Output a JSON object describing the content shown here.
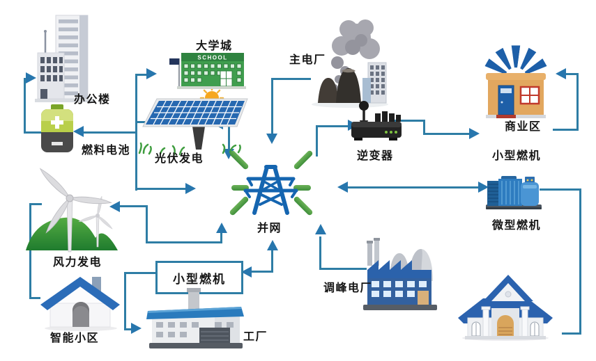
{
  "center": {
    "label": "并网"
  },
  "nodes": {
    "office": {
      "label": "办公楼"
    },
    "fuel_cell": {
      "label": "燃料电池"
    },
    "pv": {
      "label": "光伏发电"
    },
    "university": {
      "label": "大学城",
      "sign": "SCHOOL"
    },
    "main_plant": {
      "label": "主电厂"
    },
    "inverter": {
      "label": "逆变器"
    },
    "commercial": {
      "label": "商业区"
    },
    "small_turbine_label": {
      "label": "小型燃机"
    },
    "micro_turbine": {
      "label": "微型燃机"
    },
    "wind": {
      "label": "风力发电"
    },
    "smart_community": {
      "label": "智能小区"
    },
    "small_turbine_box": {
      "label": "小型燃机"
    },
    "factory": {
      "label": "工厂"
    },
    "peak_plant": {
      "label": "调峰电厂"
    },
    "civic_building": {
      "label": ""
    }
  },
  "icons": [
    "office-building-icon",
    "battery-icon",
    "solar-panel-icon",
    "sun-icon",
    "school-icon",
    "power-plant-smoke-icon",
    "inverter-icon",
    "shop-icon",
    "generator-icon",
    "wind-turbine-icon",
    "house-icon",
    "factory-icon",
    "peak-plant-icon",
    "transmission-tower-icon",
    "civic-building-icon"
  ],
  "edges": [
    {
      "from": "fuel_cell",
      "to": "office",
      "bidirectional": false
    },
    {
      "from": "pv",
      "to": "university",
      "bidirectional": false
    },
    {
      "from": "pv",
      "to": "fuel_cell",
      "bidirectional": false
    },
    {
      "from": "pv",
      "to": "grid",
      "bidirectional": true
    },
    {
      "from": "main_plant",
      "to": "grid",
      "bidirectional": false
    },
    {
      "from": "grid",
      "to": "inverter",
      "bidirectional": false
    },
    {
      "from": "inverter",
      "to": "small_turbine_label",
      "bidirectional": false
    },
    {
      "from": "small_turbine_label",
      "to": "commercial",
      "bidirectional": false
    },
    {
      "from": "grid",
      "to": "micro_turbine",
      "bidirectional": true
    },
    {
      "from": "micro_turbine",
      "to": "civic_building",
      "bidirectional": false
    },
    {
      "from": "grid",
      "to": "wind",
      "bidirectional": true
    },
    {
      "from": "wind",
      "to": "smart_community",
      "bidirectional": false
    },
    {
      "from": "grid",
      "to": "small_turbine_box",
      "bidirectional": true
    },
    {
      "from": "small_turbine_box",
      "to": "factory",
      "bidirectional": false
    },
    {
      "from": "peak_plant",
      "to": "grid",
      "bidirectional": false
    }
  ],
  "colors": {
    "wire": "#2e7da5",
    "arrow": "#2776ad",
    "ray_green_light": "#6cb258",
    "ray_green_dark": "#3f8f3b",
    "tower_blue": "#1565b0",
    "label_text": "#151515"
  }
}
